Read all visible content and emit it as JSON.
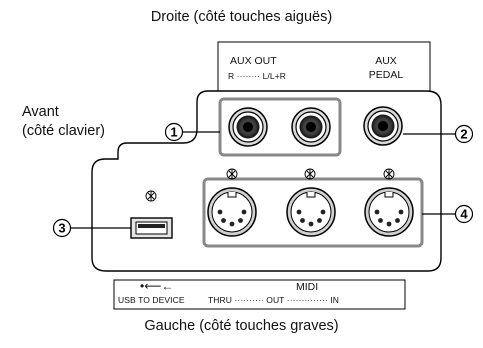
{
  "labels": {
    "top": "Droite (côté touches aiguës)",
    "bottom": "Gauche (côté touches graves)",
    "front_line1": "Avant",
    "front_line2": "(côté clavier)"
  },
  "top_panel": {
    "aux_out": "AUX OUT",
    "aux_out_channels": "R ········ L/L+R",
    "aux": "AUX",
    "pedal": "PEDAL"
  },
  "bottom_panel": {
    "usb_symbol": "•⟵←",
    "usb_label": "USB TO DEVICE",
    "midi": "MIDI",
    "midi_ports": "THRU ·········· OUT ·············· IN"
  },
  "callouts": [
    "1",
    "2",
    "3",
    "4"
  ]
}
